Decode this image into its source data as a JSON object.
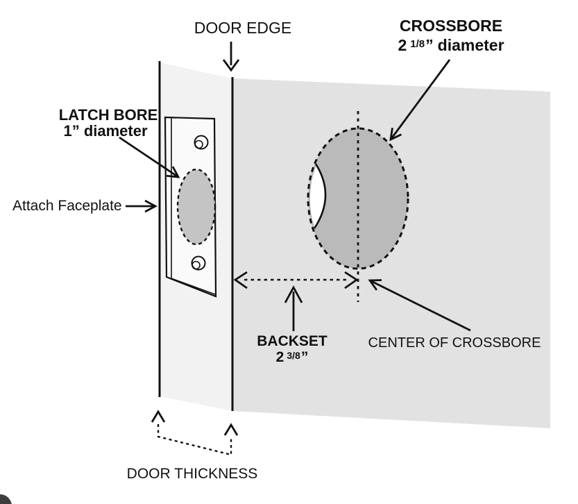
{
  "colors": {
    "door_face": "#e2e2e2",
    "door_edge_face": "#f2f2f2",
    "crossbore_fill": "#bababa",
    "latch_bore_fill": "#c4c4c4",
    "faceplate_fill": "#fafafa",
    "ink": "#111111",
    "corner_blob": "#3d3d3d"
  },
  "diagram": {
    "door_edge": {
      "label": "DOOR EDGE"
    },
    "crossbore": {
      "label": "CROSSBORE",
      "size_whole": "2",
      "size_frac": "1/8",
      "size_unit": "”",
      "size_word": "diameter"
    },
    "latch_bore": {
      "label": "LATCH BORE",
      "size": "1” diameter"
    },
    "attach_faceplate": {
      "label": "Attach Faceplate"
    },
    "backset": {
      "label": "BACKSET",
      "size_whole": "2",
      "size_frac": "3/8",
      "size_unit": "”"
    },
    "center_of_crossbore": {
      "label": "CENTER OF CROSSBORE"
    },
    "door_thickness": {
      "label": "DOOR THICKNESS"
    }
  }
}
